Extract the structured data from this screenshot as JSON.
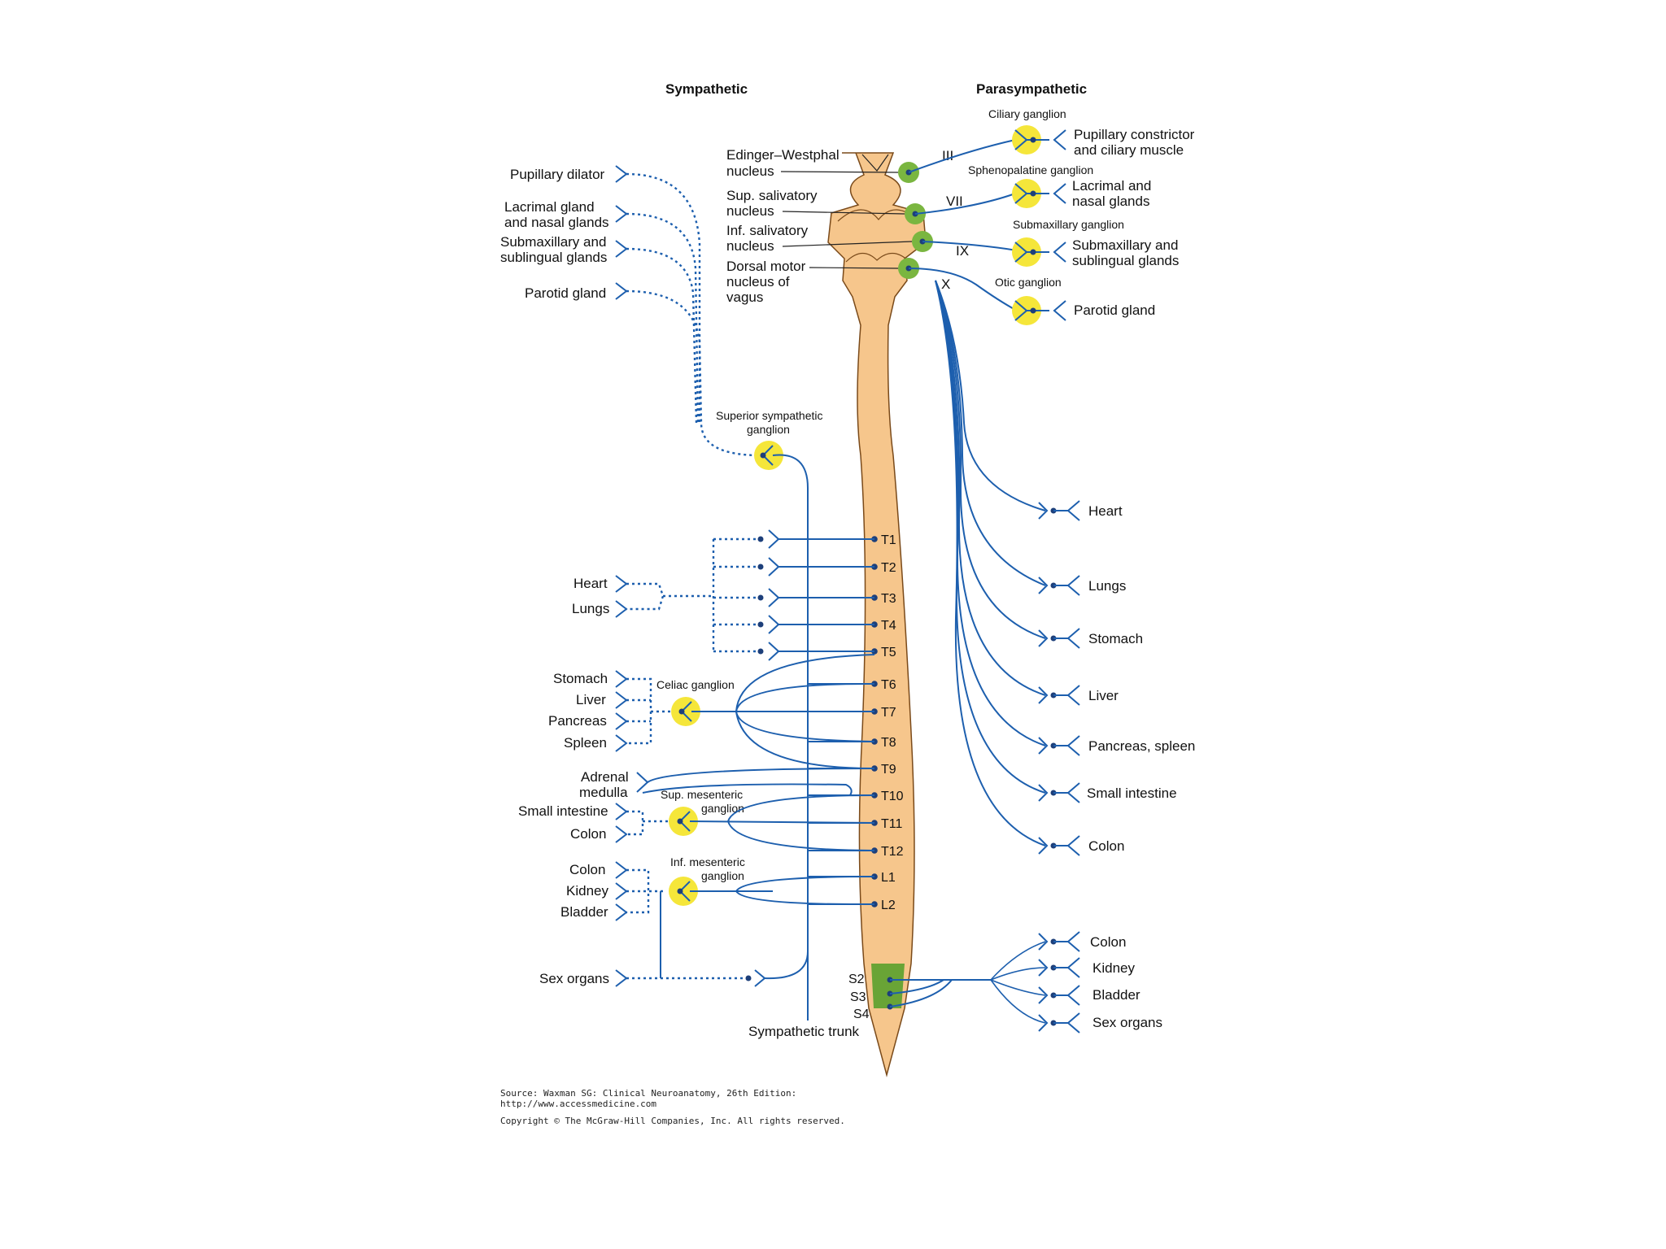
{
  "headers": {
    "sympathetic": "Sympathetic",
    "parasympathetic": "Parasympathetic"
  },
  "nuclei": {
    "edinger": [
      "Edinger–Westphal",
      "nucleus"
    ],
    "sup_salivatory": [
      "Sup. salivatory",
      "nucleus"
    ],
    "inf_salivatory": [
      "Inf. salivatory",
      "nucleus"
    ],
    "dorsal_motor": [
      "Dorsal motor",
      "nucleus of",
      "vagus"
    ]
  },
  "cranial_nerves": {
    "III": "III",
    "VII": "VII",
    "IX": "IX",
    "X": "X"
  },
  "para_ganglia": {
    "ciliary": "Ciliary ganglion",
    "sphenopalatine": "Sphenopalatine ganglion",
    "submaxillary": "Submaxillary ganglion",
    "otic": "Otic ganglion"
  },
  "para_cranial_targets": {
    "pupillary_constrictor": [
      "Pupillary constrictor",
      "and ciliary muscle"
    ],
    "lacrimal": [
      "Lacrimal and",
      "nasal glands"
    ],
    "submaxillary": [
      "Submaxillary and",
      "sublingual glands"
    ],
    "parotid": "Parotid gland"
  },
  "para_vagal_targets": [
    "Heart",
    "Lungs",
    "Stomach",
    "Liver",
    "Pancreas, spleen",
    "Small intestine",
    "Colon"
  ],
  "para_sacral_targets": [
    "Colon",
    "Kidney",
    "Bladder",
    "Sex organs"
  ],
  "symp_head_targets": {
    "pupillary_dilator": "Pupillary dilator",
    "lacrimal": [
      "Lacrimal gland",
      "and nasal glands"
    ],
    "submaxillary": [
      "Submaxillary and",
      "sublingual glands"
    ],
    "parotid": "Parotid gland"
  },
  "symp_ganglia": {
    "superior": [
      "Superior sympathetic",
      "ganglion"
    ],
    "celiac": "Celiac ganglion",
    "sup_mesenteric": [
      "Sup. mesenteric",
      "ganglion"
    ],
    "inf_mesenteric": [
      "Inf. mesenteric",
      "ganglion"
    ]
  },
  "symp_targets": {
    "heart": "Heart",
    "lungs": "Lungs",
    "stomach": "Stomach",
    "liver": "Liver",
    "pancreas": "Pancreas",
    "spleen": "Spleen",
    "adrenal": [
      "Adrenal",
      "medulla"
    ],
    "small_intestine": "Small intestine",
    "colon1": "Colon",
    "colon2": "Colon",
    "kidney": "Kidney",
    "bladder": "Bladder",
    "sex_organs": "Sex organs"
  },
  "segments": [
    "T1",
    "T2",
    "T3",
    "T4",
    "T5",
    "T6",
    "T7",
    "T8",
    "T9",
    "T10",
    "T11",
    "T12",
    "L1",
    "L2"
  ],
  "sacral_segments": [
    "S2",
    "S3",
    "S4"
  ],
  "sympathetic_trunk": "Sympathetic trunk",
  "source": [
    "Source: Waxman SG: Clinical Neuroanatomy, 26th Edition:",
    "http://www.accessmedicine.com",
    "Copyright © The McGraw-Hill Companies, Inc. All rights reserved."
  ],
  "colors": {
    "nerve": "#1d5fae",
    "cord": "#f6c68c",
    "cord_stroke": "#7a4a1a",
    "ganglion": "#f5e63a",
    "nucleus": "#7ab640",
    "sacral": "#5aa02c"
  }
}
